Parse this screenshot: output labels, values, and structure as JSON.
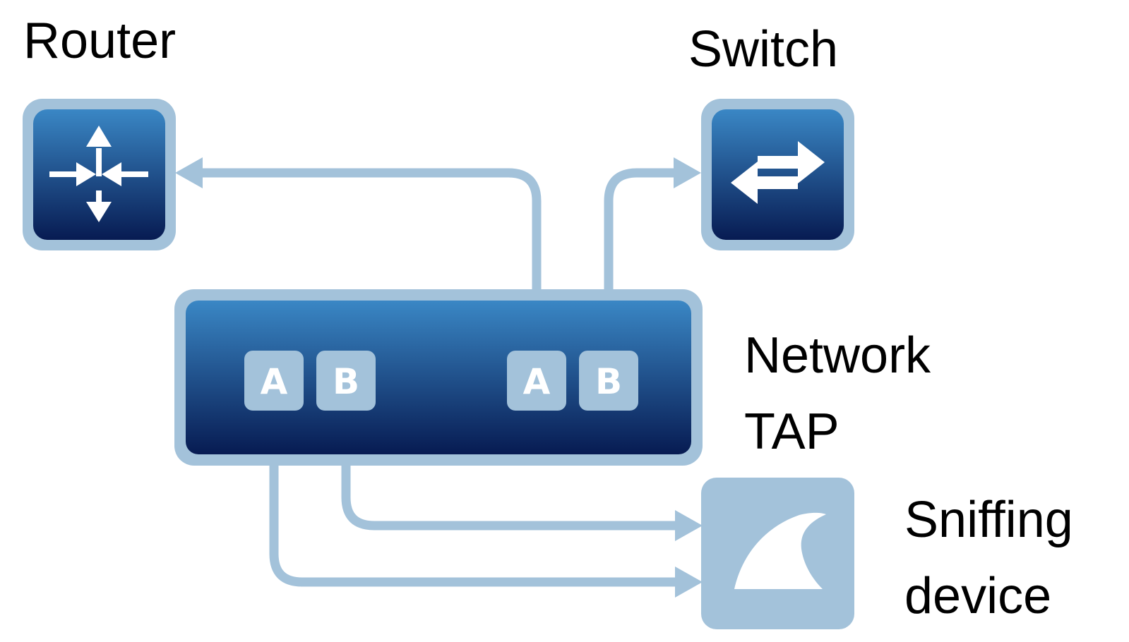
{
  "nodes": {
    "router": {
      "label": "Router",
      "icon": "router-icon"
    },
    "switch": {
      "label": "Switch",
      "icon": "switch-icon"
    },
    "tap": {
      "label_line1": "Network",
      "label_line2": "TAP",
      "icon": "network-tap-icon"
    },
    "sniffer": {
      "label_line1": "Sniffing",
      "label_line2": "device",
      "icon": "shark-fin-icon"
    }
  },
  "ports": {
    "left_a": "A",
    "left_b": "B",
    "right_a": "A",
    "right_b": "B"
  },
  "colors": {
    "connector": "#a3c2da",
    "device_top": "#3a87c5",
    "device_bottom": "#071b52",
    "device_border": "#a3c2da",
    "port_fill": "#a3c2da"
  }
}
